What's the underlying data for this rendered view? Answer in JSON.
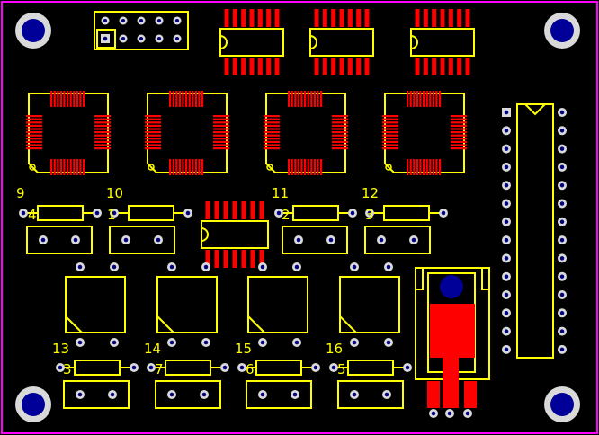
{
  "board": {
    "name": "pcb-layout",
    "colors": {
      "background": "#000000",
      "outline": "#ff00ff",
      "silkscreen": "#ffff00",
      "copper": "#ff0000",
      "pad": "#d9d9d9",
      "drill": "#000080",
      "mount_hole": "#000099"
    }
  },
  "labels": [
    {
      "id": "label-9",
      "text": "9"
    },
    {
      "id": "label-10",
      "text": "10"
    },
    {
      "id": "label-11",
      "text": "11"
    },
    {
      "id": "label-12",
      "text": "12"
    },
    {
      "id": "label-13",
      "text": "13"
    },
    {
      "id": "label-14",
      "text": "14"
    },
    {
      "id": "label-15",
      "text": "15"
    },
    {
      "id": "label-16",
      "text": "16"
    },
    {
      "id": "label-4",
      "text": "4"
    },
    {
      "id": "label-1",
      "text": "1"
    },
    {
      "id": "label-2",
      "text": "2"
    },
    {
      "id": "label-3",
      "text": "3"
    },
    {
      "id": "label-3b",
      "text": "3"
    },
    {
      "id": "label-7",
      "text": "7"
    },
    {
      "id": "label-6",
      "text": "6"
    },
    {
      "id": "label-5",
      "text": "5"
    }
  ]
}
